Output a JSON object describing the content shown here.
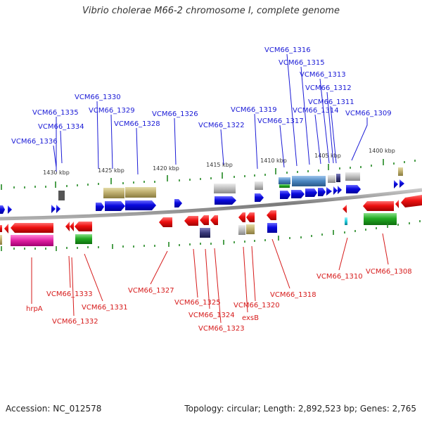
{
  "title": "Vibrio cholerae M66-2 chromosome I, complete genome",
  "footer": {
    "accession": "Accession: NC_012578",
    "summary": "Topology: circular; Length: 2,892,523 bp; Genes: 2,765"
  },
  "colors": {
    "forward_cds": "#0a0ae0",
    "reverse_cds": "#ee1111",
    "rna": "#22aa22",
    "misc_feature": "#c0b070",
    "gene_grey": "#bdbdbd",
    "steelblue_block": "#4a86c0",
    "purple_block": "#3a3a7a",
    "magenta_block": "#e020a0",
    "cyan_block": "#22d0e0",
    "backbone": "#808080",
    "tick": "#228822"
  },
  "scale_labels": [
    "1430 kbp",
    "1425 kbp",
    "1420 kbp",
    "1415 kbp",
    "1410 kbp",
    "1405 kbp",
    "1400 kbp"
  ],
  "top_labels": [
    "VCM66_1316",
    "VCM66_1315",
    "VCM66_1313",
    "VCM66_1312",
    "VCM66_1311",
    "VCM66_1314",
    "VCM66_1309",
    "VCM66_1319",
    "VCM66_1317",
    "VCM66_1330",
    "VCM66_1329",
    "VCM66_1335",
    "VCM66_1326",
    "VCM66_1328",
    "VCM66_1334",
    "VCM66_1322",
    "VCM66_1336"
  ],
  "bottom_labels": [
    "VCM66_1310",
    "VCM66_1308",
    "VCM66_1327",
    "VCM66_1318",
    "VCM66_1333",
    "VCM66_1331",
    "VCM66_1325",
    "VCM66_1320",
    "hrpA",
    "VCM66_1324",
    "exsB",
    "VCM66_1332",
    "VCM66_1323"
  ]
}
